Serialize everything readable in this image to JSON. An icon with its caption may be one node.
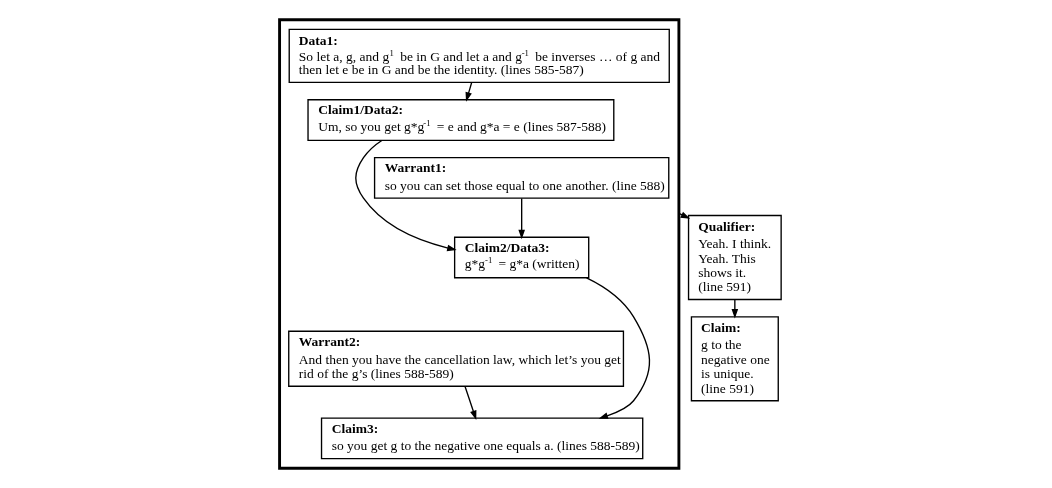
{
  "diagram": {
    "nodes": [
      {
        "text": [],
        "shape": "box"
      },
      {
        "text": [
          "Data1:",
          "So let a, g, and g$^{1}$ be in G and let a and g$^{-1}$ be inverses … of g and then let e be in G and be the identity. (lines 585-587)"
        ],
        "in": 0
      },
      {
        "text": [
          "Claim1/Data2:",
          "Um, so you get g*g$^{-1}$ = e and g*a = e (lines 587-588)"
        ],
        "in": 0
      },
      {
        "text": [
          "Warrant1:",
          "so you can set those equal to one another. (line 588)"
        ],
        "in": 0
      },
      {
        "text": [
          "Claim2/Data3:",
          "g*g$^{-1}$ = g*a (written)"
        ],
        "in": 0
      },
      {
        "text": [
          "Warrant2:",
          "And then you have the cancellation law, which let’s you get rid of the g’s (lines 588-589)"
        ],
        "in": 0
      },
      {
        "text": [
          "Claim3:",
          "so you get g to the negative one equals a. (lines 588-589)"
        ],
        "in": 0
      },
      {
        "text": [
          "Qualifier:",
          "Yeah. I think. Yeah. This shows it. (line 591)"
        ]
      },
      {
        "text": [
          "Claim:",
          "g to the negative one is unique. (line 591)"
        ]
      }
    ],
    "edges": [
      {
        "from": 1,
        "to": 2,
        "arrow": "to"
      },
      {
        "from": 2,
        "to": 4,
        "arrow": "to"
      },
      {
        "from": 3,
        "to": 4,
        "arrow": "to"
      },
      {
        "from": 4,
        "to": 6,
        "arrow": "to"
      },
      {
        "from": 5,
        "to": 6,
        "arrow": "to"
      },
      {
        "from": 0,
        "to": 7,
        "arrow": "to"
      },
      {
        "from": 7,
        "to": 8,
        "arrow": "to"
      }
    ]
  }
}
